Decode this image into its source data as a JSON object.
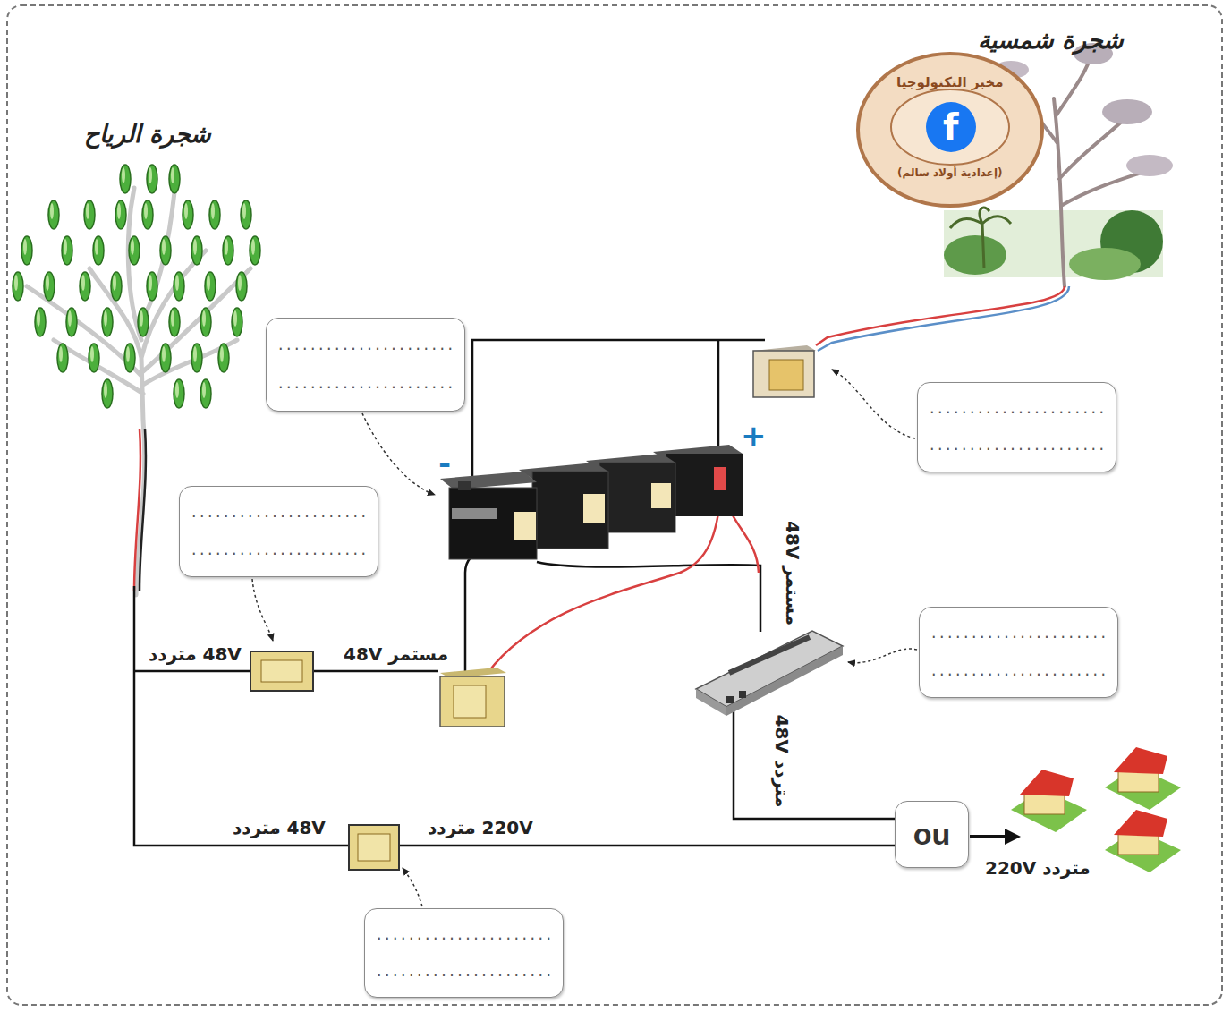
{
  "diagram": {
    "nodes": [
      {
        "text": [
          "......................",
          "......................"
        ]
      },
      {
        "text": [
          "......................",
          "......................"
        ]
      },
      {
        "text": [
          "......................",
          "......................"
        ]
      },
      {
        "text": [
          "......................",
          "......................"
        ]
      },
      {
        "text": [
          "ou"
        ]
      },
      {
        "text": [
          "......................",
          "......................"
        ]
      }
    ],
    "labels": [
      "شجرة شمسية",
      "مخبر التكنولوجيا",
      "f",
      "(إعدادية أولاد سالم)",
      "شجرة الرياح",
      "-",
      "+",
      "مستمر 48V",
      "48V متردد",
      "مستمر 48V",
      "متردد 48V",
      "48V متردد",
      "220V متردد",
      "متردد 220V"
    ]
  }
}
